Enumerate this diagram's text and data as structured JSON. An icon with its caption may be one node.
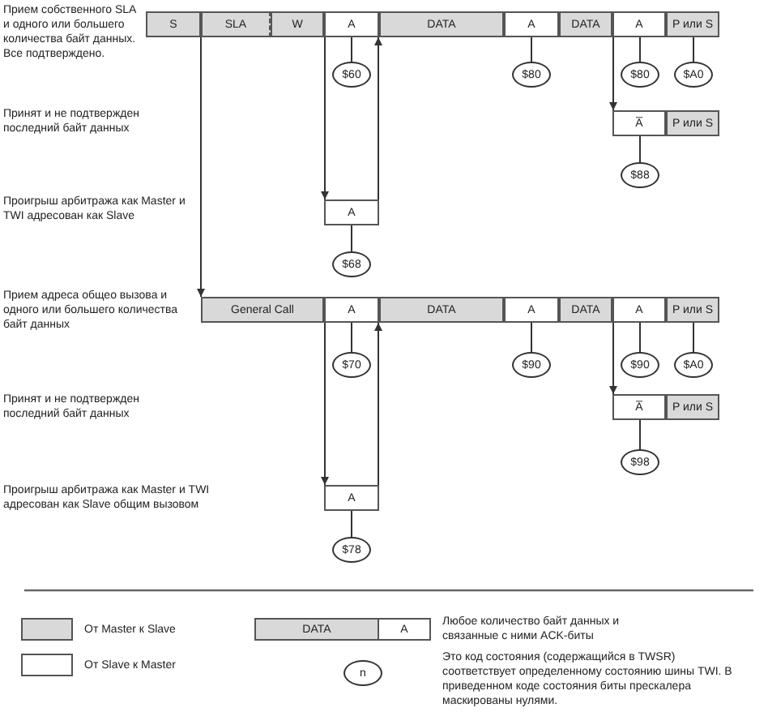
{
  "diagram": {
    "nodes": [
      {
        "text": [
          "S"
        ]
      },
      {
        "text": [
          "SLA"
        ]
      },
      {
        "text": [
          "W"
        ]
      },
      {
        "text": [
          "A"
        ]
      },
      {
        "text": [
          "DATA"
        ]
      },
      {
        "text": [
          "A"
        ]
      },
      {
        "text": [
          "DATA"
        ]
      },
      {
        "text": [
          "A"
        ]
      },
      {
        "text": [
          "P или S"
        ]
      },
      {
        "text": [
          "$60"
        ]
      },
      {
        "text": [
          "$80"
        ]
      },
      {
        "text": [
          "$80"
        ]
      },
      {
        "text": [
          "$A0"
        ]
      },
      {
        "text": [
          "A̅"
        ]
      },
      {
        "text": [
          "P или S"
        ]
      },
      {
        "text": [
          "$88"
        ]
      },
      {
        "text": [
          "A"
        ]
      },
      {
        "text": [
          "$68"
        ]
      },
      {
        "text": [
          "General Call"
        ]
      },
      {
        "text": [
          "A"
        ]
      },
      {
        "text": [
          "DATA"
        ]
      },
      {
        "text": [
          "A"
        ]
      },
      {
        "text": [
          "DATA"
        ]
      },
      {
        "text": [
          "A"
        ]
      },
      {
        "text": [
          "P или S"
        ]
      },
      {
        "text": [
          "$70"
        ]
      },
      {
        "text": [
          "$90"
        ]
      },
      {
        "text": [
          "$90"
        ]
      },
      {
        "text": [
          "$A0"
        ]
      },
      {
        "text": [
          "A̅"
        ]
      },
      {
        "text": [
          "P или S"
        ]
      },
      {
        "text": [
          "$98"
        ]
      },
      {
        "text": [
          "A"
        ]
      },
      {
        "text": [
          "$78"
        ]
      },
      {
        "text": [
          "DATA"
        ]
      },
      {
        "text": [
          "A"
        ]
      },
      {
        "text": [
          "n"
        ]
      }
    ],
    "edges": [
      {
        "from": 3,
        "to": 9,
        "arrow": "none"
      },
      {
        "from": 5,
        "to": 10,
        "arrow": "none"
      },
      {
        "from": 7,
        "to": 11,
        "arrow": "none"
      },
      {
        "from": 8,
        "to": 12,
        "arrow": "none"
      },
      {
        "from": 6,
        "to": 13,
        "arrow": "to"
      },
      {
        "from": 13,
        "to": 15,
        "arrow": "none"
      },
      {
        "from": 2,
        "to": 16,
        "arrow": "to"
      },
      {
        "from": 16,
        "to": 4,
        "arrow": "to"
      },
      {
        "from": 16,
        "to": 17,
        "arrow": "none"
      },
      {
        "from": 0,
        "to": 18,
        "arrow": "to"
      },
      {
        "from": 19,
        "to": 25,
        "arrow": "none"
      },
      {
        "from": 21,
        "to": 26,
        "arrow": "none"
      },
      {
        "from": 23,
        "to": 27,
        "arrow": "none"
      },
      {
        "from": 24,
        "to": 28,
        "arrow": "none"
      },
      {
        "from": 22,
        "to": 29,
        "arrow": "to"
      },
      {
        "from": 29,
        "to": 31,
        "arrow": "none"
      },
      {
        "from": 18,
        "to": 32,
        "arrow": "to"
      },
      {
        "from": 32,
        "to": 20,
        "arrow": "to"
      },
      {
        "from": 32,
        "to": 33,
        "arrow": "none"
      }
    ],
    "labels": [
      "Прием собственного SLA и одного или большего количества байт данных. Все подтверждено.",
      "Принят и не подтвержден последний байт данных",
      "Проигрыш арбитража как Master и TWI адресован как Slave",
      "Прием адреса общео вызова и одного или большего количества байт данных",
      "Принят и не подтвержден последний байт данных",
      "Проигрыш арбитража как Master и TWI адресован как Slave общим вызовом"
    ],
    "legend": [
      {
        "text": "От Master к Slave",
        "color": "#d9d9d9"
      },
      {
        "text": "От Slave к Master",
        "color": "#ffffff"
      },
      {
        "text": "Любое количество байт данных и связанные с ними ACK-биты"
      },
      {
        "text": "Это код состояния (содержащийся в TWSR) соответствует определенному состоянию шины TWI. В приведенном коде состояния биты прескалера маскированы нулями."
      }
    ]
  }
}
